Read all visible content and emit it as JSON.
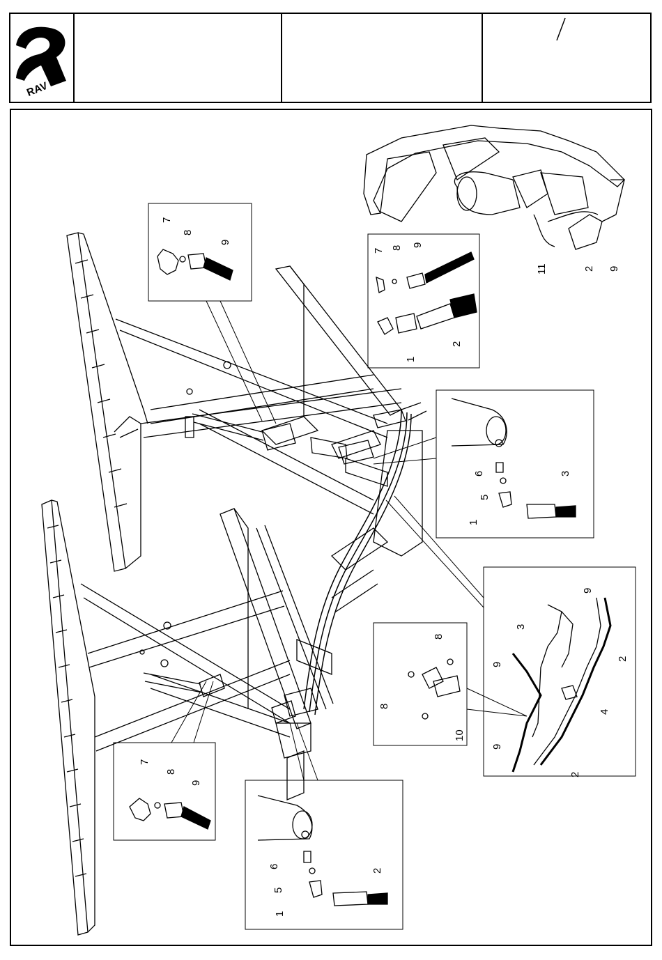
{
  "header": {
    "logo_text": "RAV",
    "cell2": "",
    "cell3": "",
    "cell4_slash": "/"
  },
  "callouts": {
    "inset_top_left": [
      "7",
      "8",
      "9"
    ],
    "inset_top_right_row1": [
      "7",
      "8",
      "9"
    ],
    "inset_top_right_row2": [
      "1",
      "2"
    ],
    "motor": [
      "11",
      "2",
      "9"
    ],
    "inset_cylinder_top": [
      "6",
      "5",
      "1",
      "3"
    ],
    "inset_hoses": [
      "9",
      "3",
      "2",
      "9",
      "4",
      "9",
      "2"
    ],
    "inset_tee": [
      "8",
      "8",
      "10"
    ],
    "inset_bottom_left": [
      "7",
      "8",
      "9"
    ],
    "inset_cylinder_bottom": [
      "6",
      "5",
      "1",
      "2"
    ]
  }
}
